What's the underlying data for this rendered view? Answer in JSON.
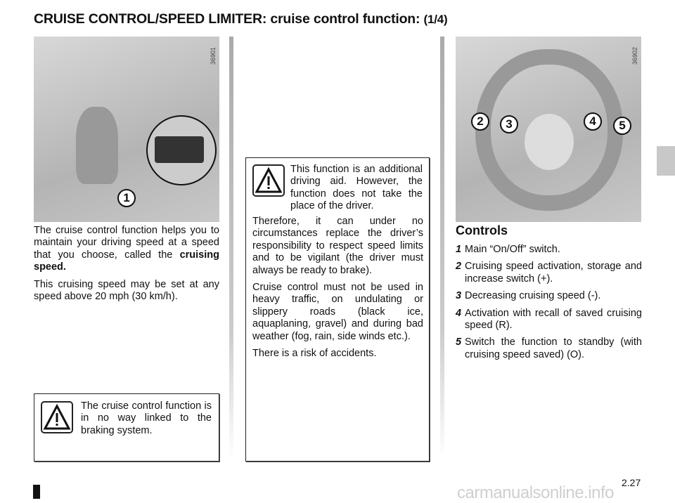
{
  "title": {
    "main": "CRUISE CONTROL/SPEED LIMITER: cruise control function",
    "page": "(1/4)"
  },
  "left_image": {
    "code": "36901",
    "callout": "1"
  },
  "right_image": {
    "code": "36902",
    "callouts": [
      "2",
      "3",
      "4",
      "5"
    ]
  },
  "left_text": {
    "p1_a": "The cruise control function helps you to maintain your driving speed at a speed that you choose, called the ",
    "p1_b": "cruising speed.",
    "p2": "This cruising speed may be set at any speed above 20 mph (30 km/h)."
  },
  "left_warning": "The cruise control function is in no way linked to the braking system.",
  "middle_warning": {
    "lead": "This function is an additional driving aid. However, the function does not take the place of the driver.",
    "p1": "Therefore, it can under no circumstances replace the driver’s responsibility to respect speed limits and to be vigilant (the driver must always be ready to brake).",
    "p2": "Cruise control must not be used in heavy traffic, on undulating or slippery roads (black ice, aquaplaning, gravel) and during bad weather (fog, rain, side winds etc.).",
    "p3": "There is a risk of accidents."
  },
  "controls": {
    "heading": "Controls",
    "items": [
      {
        "n": "1",
        "text": "Main “On/Off” switch."
      },
      {
        "n": "2",
        "text": "Cruising speed activation, storage and increase switch (+)."
      },
      {
        "n": "3",
        "text": "Decreasing cruising speed (-)."
      },
      {
        "n": "4",
        "text": "Activation with recall of saved cruising speed (R)."
      },
      {
        "n": "5",
        "text": "Switch the function to standby (with cruising speed saved) (O)."
      }
    ]
  },
  "page_number": "2.27",
  "watermark": "carmanualsonline.info"
}
